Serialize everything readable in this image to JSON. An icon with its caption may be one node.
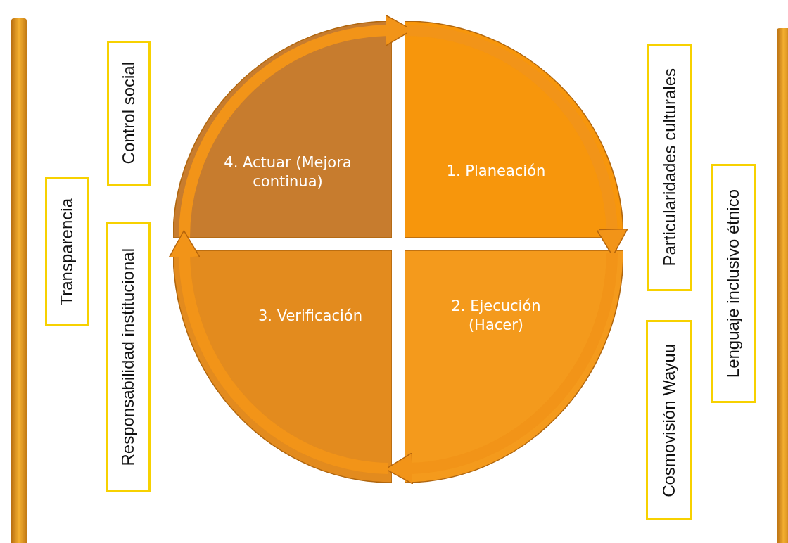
{
  "diagram": {
    "nodes": [
      {
        "text": [
          "4. Actuar (Mejora continua)"
        ]
      },
      {
        "text": [
          "1. Planeación"
        ]
      },
      {
        "text": [
          "2. Ejecución (Hacer)"
        ]
      },
      {
        "text": [
          "3. Verificación"
        ]
      },
      {
        "text": [
          "Control social"
        ]
      },
      {
        "text": [
          "Transparencia"
        ]
      },
      {
        "text": [
          "Responsabilidad institucional"
        ]
      },
      {
        "text": [
          "Particularidades culturales"
        ]
      },
      {
        "text": [
          "Lenguaje inclusivo étnico"
        ]
      },
      {
        "text": [
          "Cosmovisión Wayuu"
        ]
      },
      {
        "text": [],
        "shape": "bar"
      },
      {
        "text": [],
        "shape": "bar"
      }
    ],
    "edges": [
      {
        "from": 0,
        "to": 1,
        "arrow": "to"
      },
      {
        "from": 1,
        "to": 2,
        "arrow": "to"
      },
      {
        "from": 2,
        "to": 3,
        "arrow": "to"
      },
      {
        "from": 3,
        "to": 0,
        "arrow": "to"
      }
    ]
  }
}
